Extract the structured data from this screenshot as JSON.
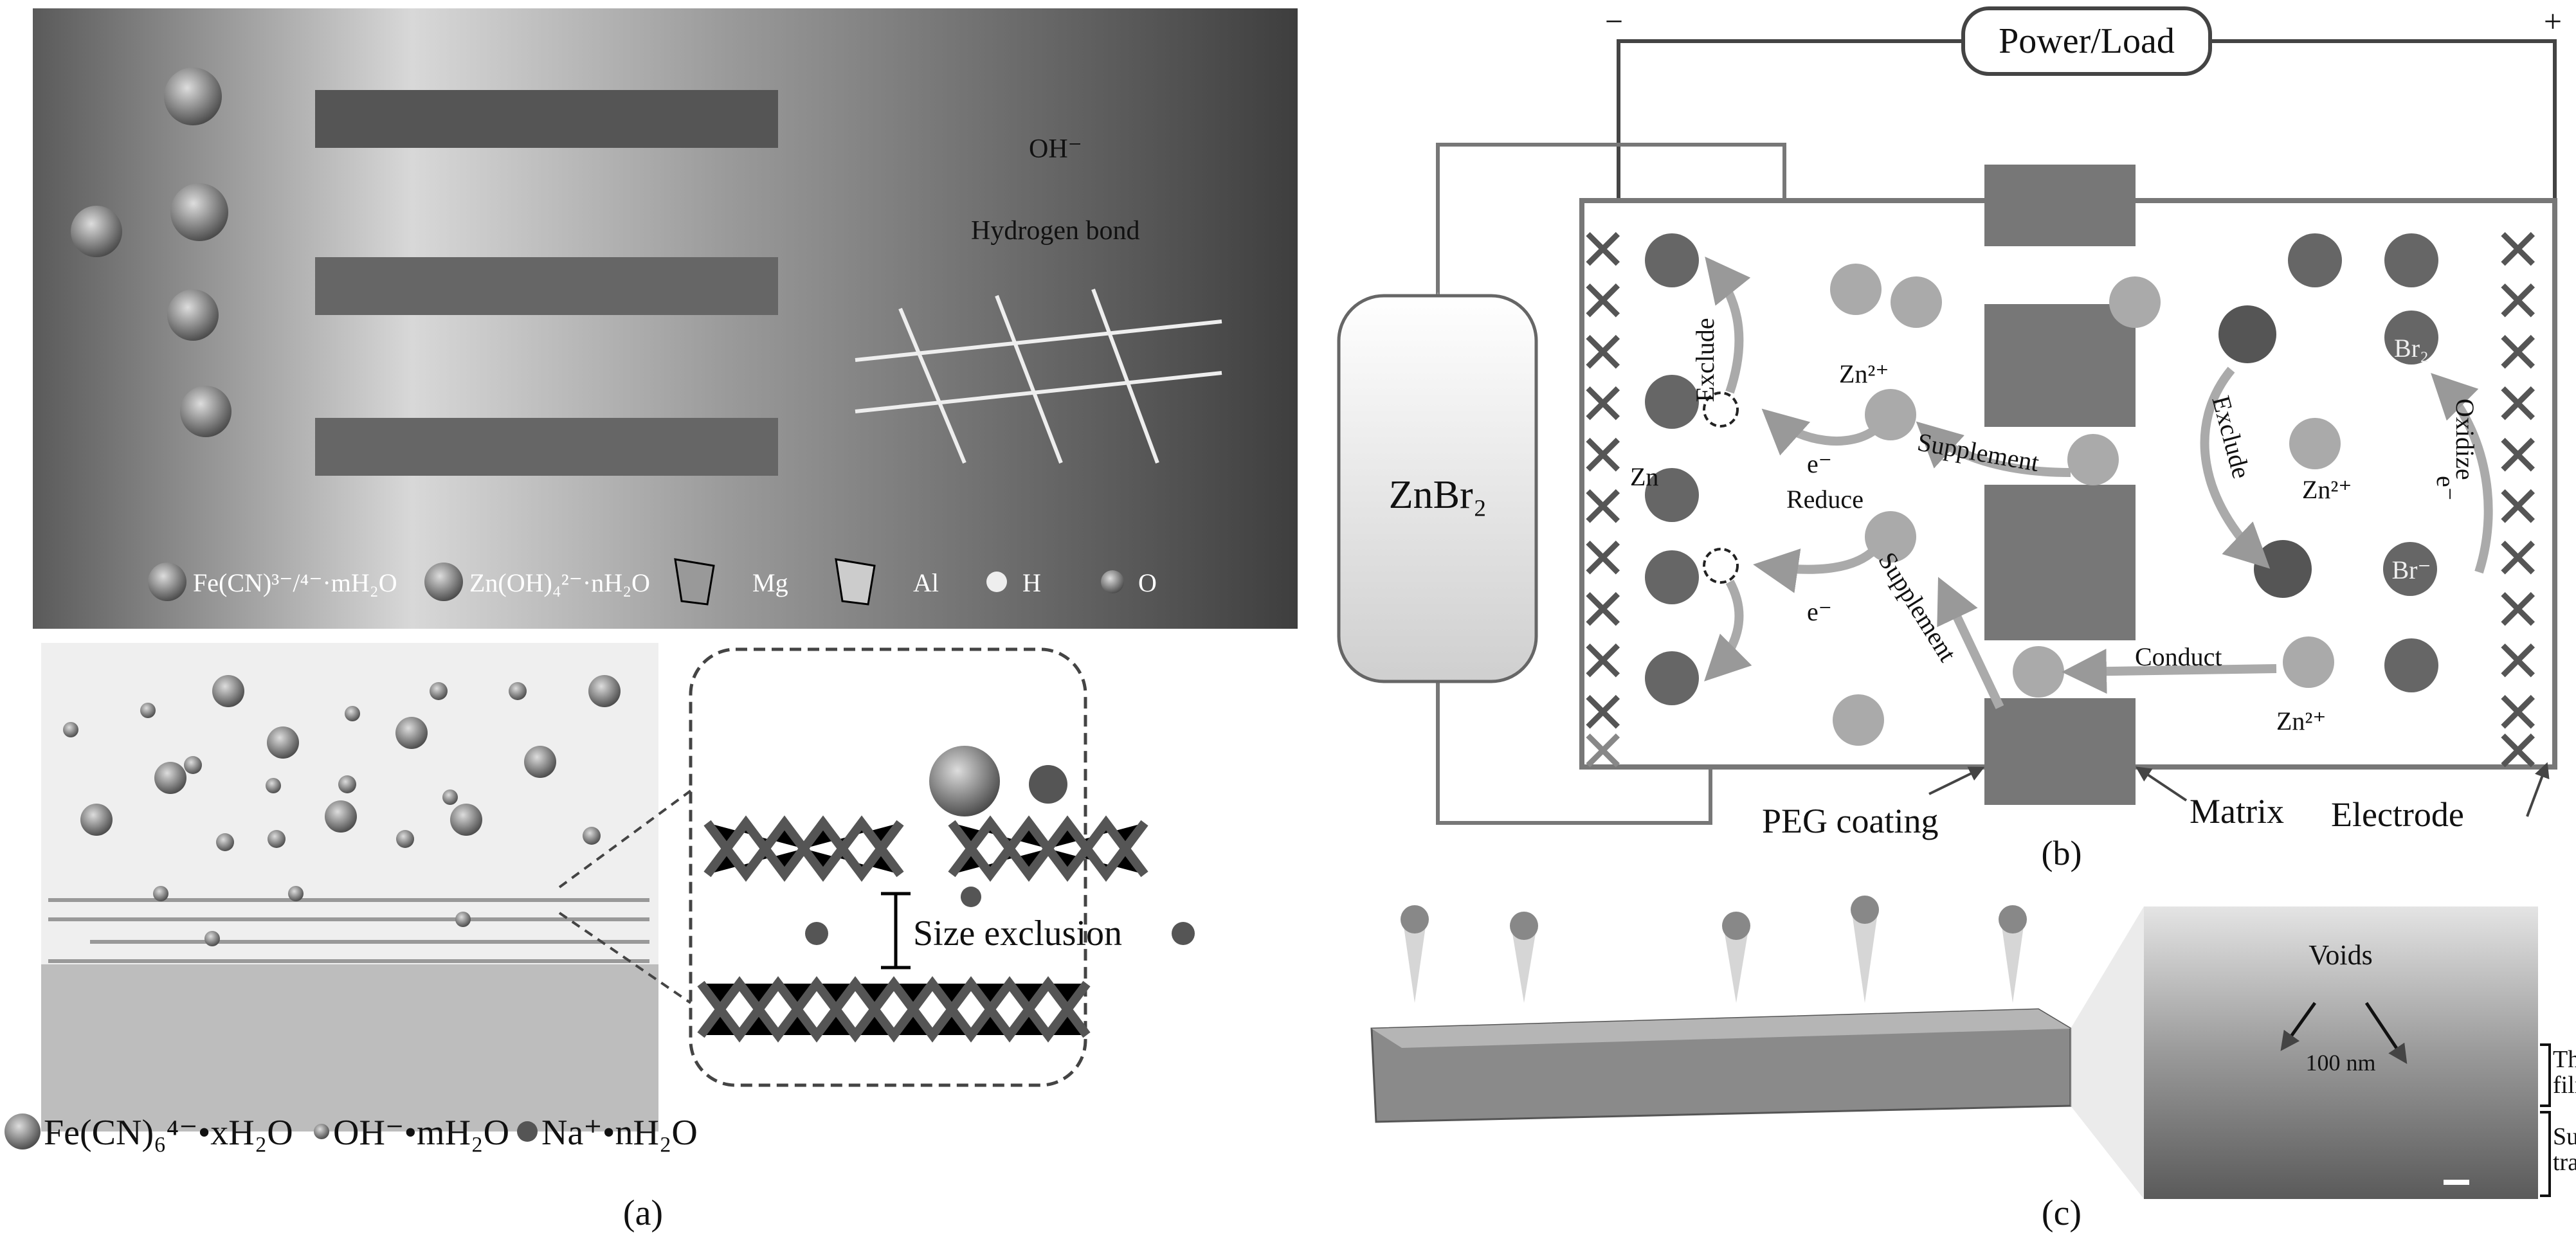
{
  "panel_a": {
    "label": "(a)",
    "top": {
      "oh_label": "OH⁻",
      "hbond_label": "Hydrogen bond",
      "legend": [
        {
          "text": "Fe(CN)³⁻/⁴⁻·mH₂O"
        },
        {
          "text": "Zn(OH)₄²⁻·nH₂O"
        },
        {
          "text": "Mg"
        },
        {
          "text": "Al"
        },
        {
          "text": "H"
        },
        {
          "text": "O"
        }
      ]
    },
    "bottom": {
      "size_exclusion": "Size exclusion",
      "legend": [
        {
          "text": "Fe(CN)₆⁴⁻•xH₂O"
        },
        {
          "text": "OH⁻•mH₂O"
        },
        {
          "text": "Na⁺•nH₂O"
        }
      ]
    }
  },
  "panel_b": {
    "label": "(b)",
    "power_load": "Power/Load",
    "minus": "−",
    "plus": "+",
    "tank": "ZnBr₂",
    "labels": {
      "zn2_top": "Zn²⁺",
      "exclude_left": "Exclude",
      "zn": "Zn",
      "e_top": "e⁻",
      "reduce": "Reduce",
      "supplement_top": "Supplement",
      "exclude_right": "Exclude",
      "zn2_right": "Zn²⁺",
      "br2": "Br₂",
      "oxidize": "Oxidize",
      "e_right": "e⁻",
      "br_minus": "Br⁻",
      "e_bottom": "e⁻",
      "supplement_bottom": "Supplement",
      "conduct": "Conduct",
      "zn2_bottom": "Zn²⁺"
    },
    "callouts": {
      "peg": "PEG coating",
      "matrix": "Matrix",
      "electrode": "Electrode"
    }
  },
  "panel_c": {
    "label": "(c)",
    "voids": "Voids",
    "scale": "100 nm",
    "thin_film": [
      "Thin",
      "film"
    ],
    "substrate": [
      "Subs-",
      "trate"
    ]
  }
}
